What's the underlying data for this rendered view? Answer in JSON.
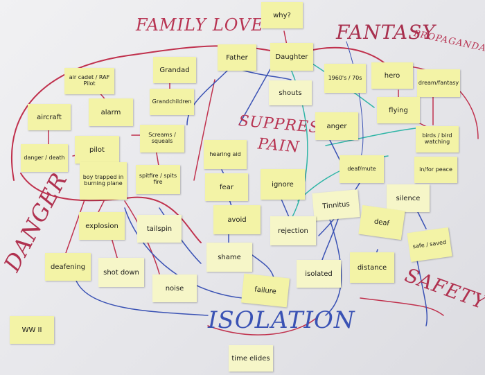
{
  "colors": {
    "red": "#c0314d",
    "blue": "#3a52b4",
    "teal": "#2fb5a6",
    "note": "#f3f3a6",
    "board": "#ececef"
  },
  "headings": {
    "family_love": "FAMILY LOVE",
    "fantasy": "FANTASY",
    "propaganda": "PROPAGANDA",
    "suppress": "SUPPRESS",
    "pain": "PAIN",
    "danger": "DANGER",
    "safety": "SAFETY",
    "isolation": "ISOLATION"
  },
  "notes": {
    "why": "why?",
    "father": "Father",
    "daughter": "Daughter",
    "grandad": "Grandad",
    "air_cadet": "air cadet / RAF Pilot",
    "seventies": "1960's / 70s",
    "hero": "hero",
    "dream": "dream/fantasy",
    "shouts": "shouts",
    "grandchildren": "Grandchildren",
    "aircraft": "aircraft",
    "alarm": "alarm",
    "flying": "flying",
    "anger": "anger",
    "screams": "Screams / squeals",
    "birds": "birds / bird watching",
    "danger_death": "danger / death",
    "pilot": "pilot",
    "hearing_aid": "hearing aid",
    "deaf_mute": "deaf/mute",
    "in_peace": "in/for peace",
    "boy_trapped": "boy trapped in burning plane",
    "spitfire": "spitfire / spits fire",
    "fear": "fear",
    "ignore": "ignore",
    "silence": "silence",
    "tinnitus": "Tinnitus",
    "explosion": "explosion",
    "tailspin": "tailspin",
    "avoid": "avoid",
    "deaf": "deaf",
    "rejection": "rejection",
    "safe_saved": "safe / saved",
    "deafening": "deafening",
    "shame": "shame",
    "shot_down": "shot down",
    "distance": "distance",
    "isolated": "isolated",
    "noise": "noise",
    "failure": "failure",
    "ww2": "WW II",
    "time_elides": "time elides"
  }
}
